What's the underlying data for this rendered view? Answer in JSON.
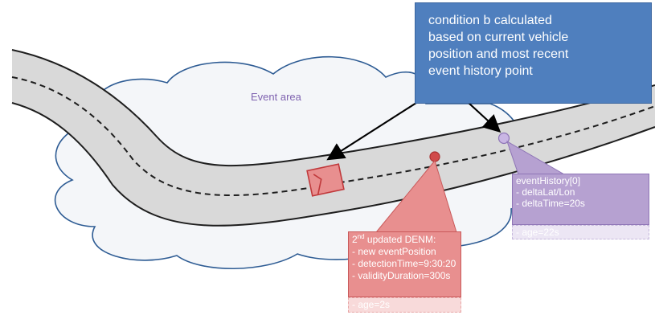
{
  "event_area_label": "Event area",
  "callout": {
    "text": "condition b calculated\nbased on current vehicle\nposition and most recent\nevent history point"
  },
  "denm": {
    "title_number": "2",
    "title_sup": "nd",
    "title_rest": " updated DENM:",
    "items": [
      "- new eventPosition",
      "- detectionTime=9:30:20",
      "- validityDuration=300s"
    ],
    "age": "- age=2s"
  },
  "event_history": {
    "title": "eventHistory[0]",
    "items": [
      "- deltaLat/Lon",
      "- deltaTime=20s"
    ],
    "age": "- age=22s"
  },
  "colors": {
    "callout_fill": "#4f7fbe",
    "denm_fill": "#e88f8f",
    "history_fill": "#b6a1d1",
    "cloud_stroke": "#2e5c94",
    "road_fill": "#d9d9d9"
  }
}
